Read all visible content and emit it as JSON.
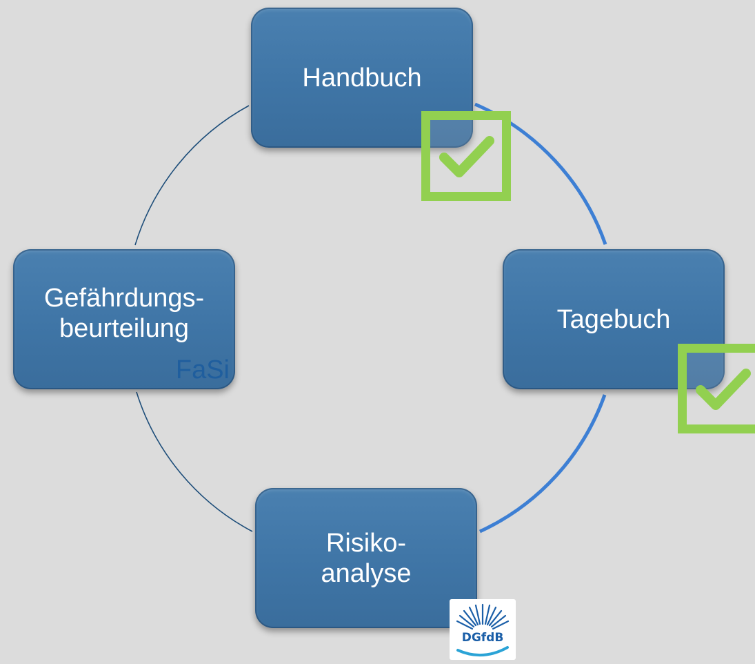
{
  "diagram": {
    "nodes": {
      "handbuch": {
        "label": "Handbuch",
        "checked": true
      },
      "tagebuch": {
        "label": "Tagebuch",
        "checked": true
      },
      "risiko": {
        "label": "Risiko-\nanalyse",
        "checked": false
      },
      "gefaehrdung": {
        "label": "Gefährdungs-\nbeurteilung",
        "tag": "FaSi",
        "checked": false
      }
    },
    "logo": {
      "text": "DGfdB"
    },
    "colors": {
      "background": "#dcdcdc",
      "node_fill": "#4279aa",
      "check_green": "#92d050",
      "highlight_arc": "#3d7fd4",
      "thin_arc": "#1e4e7a",
      "fasi_text": "#1f5e9e"
    },
    "icons": [
      "checkmark-icon",
      "sun-rays-icon",
      "wave-icon"
    ]
  }
}
